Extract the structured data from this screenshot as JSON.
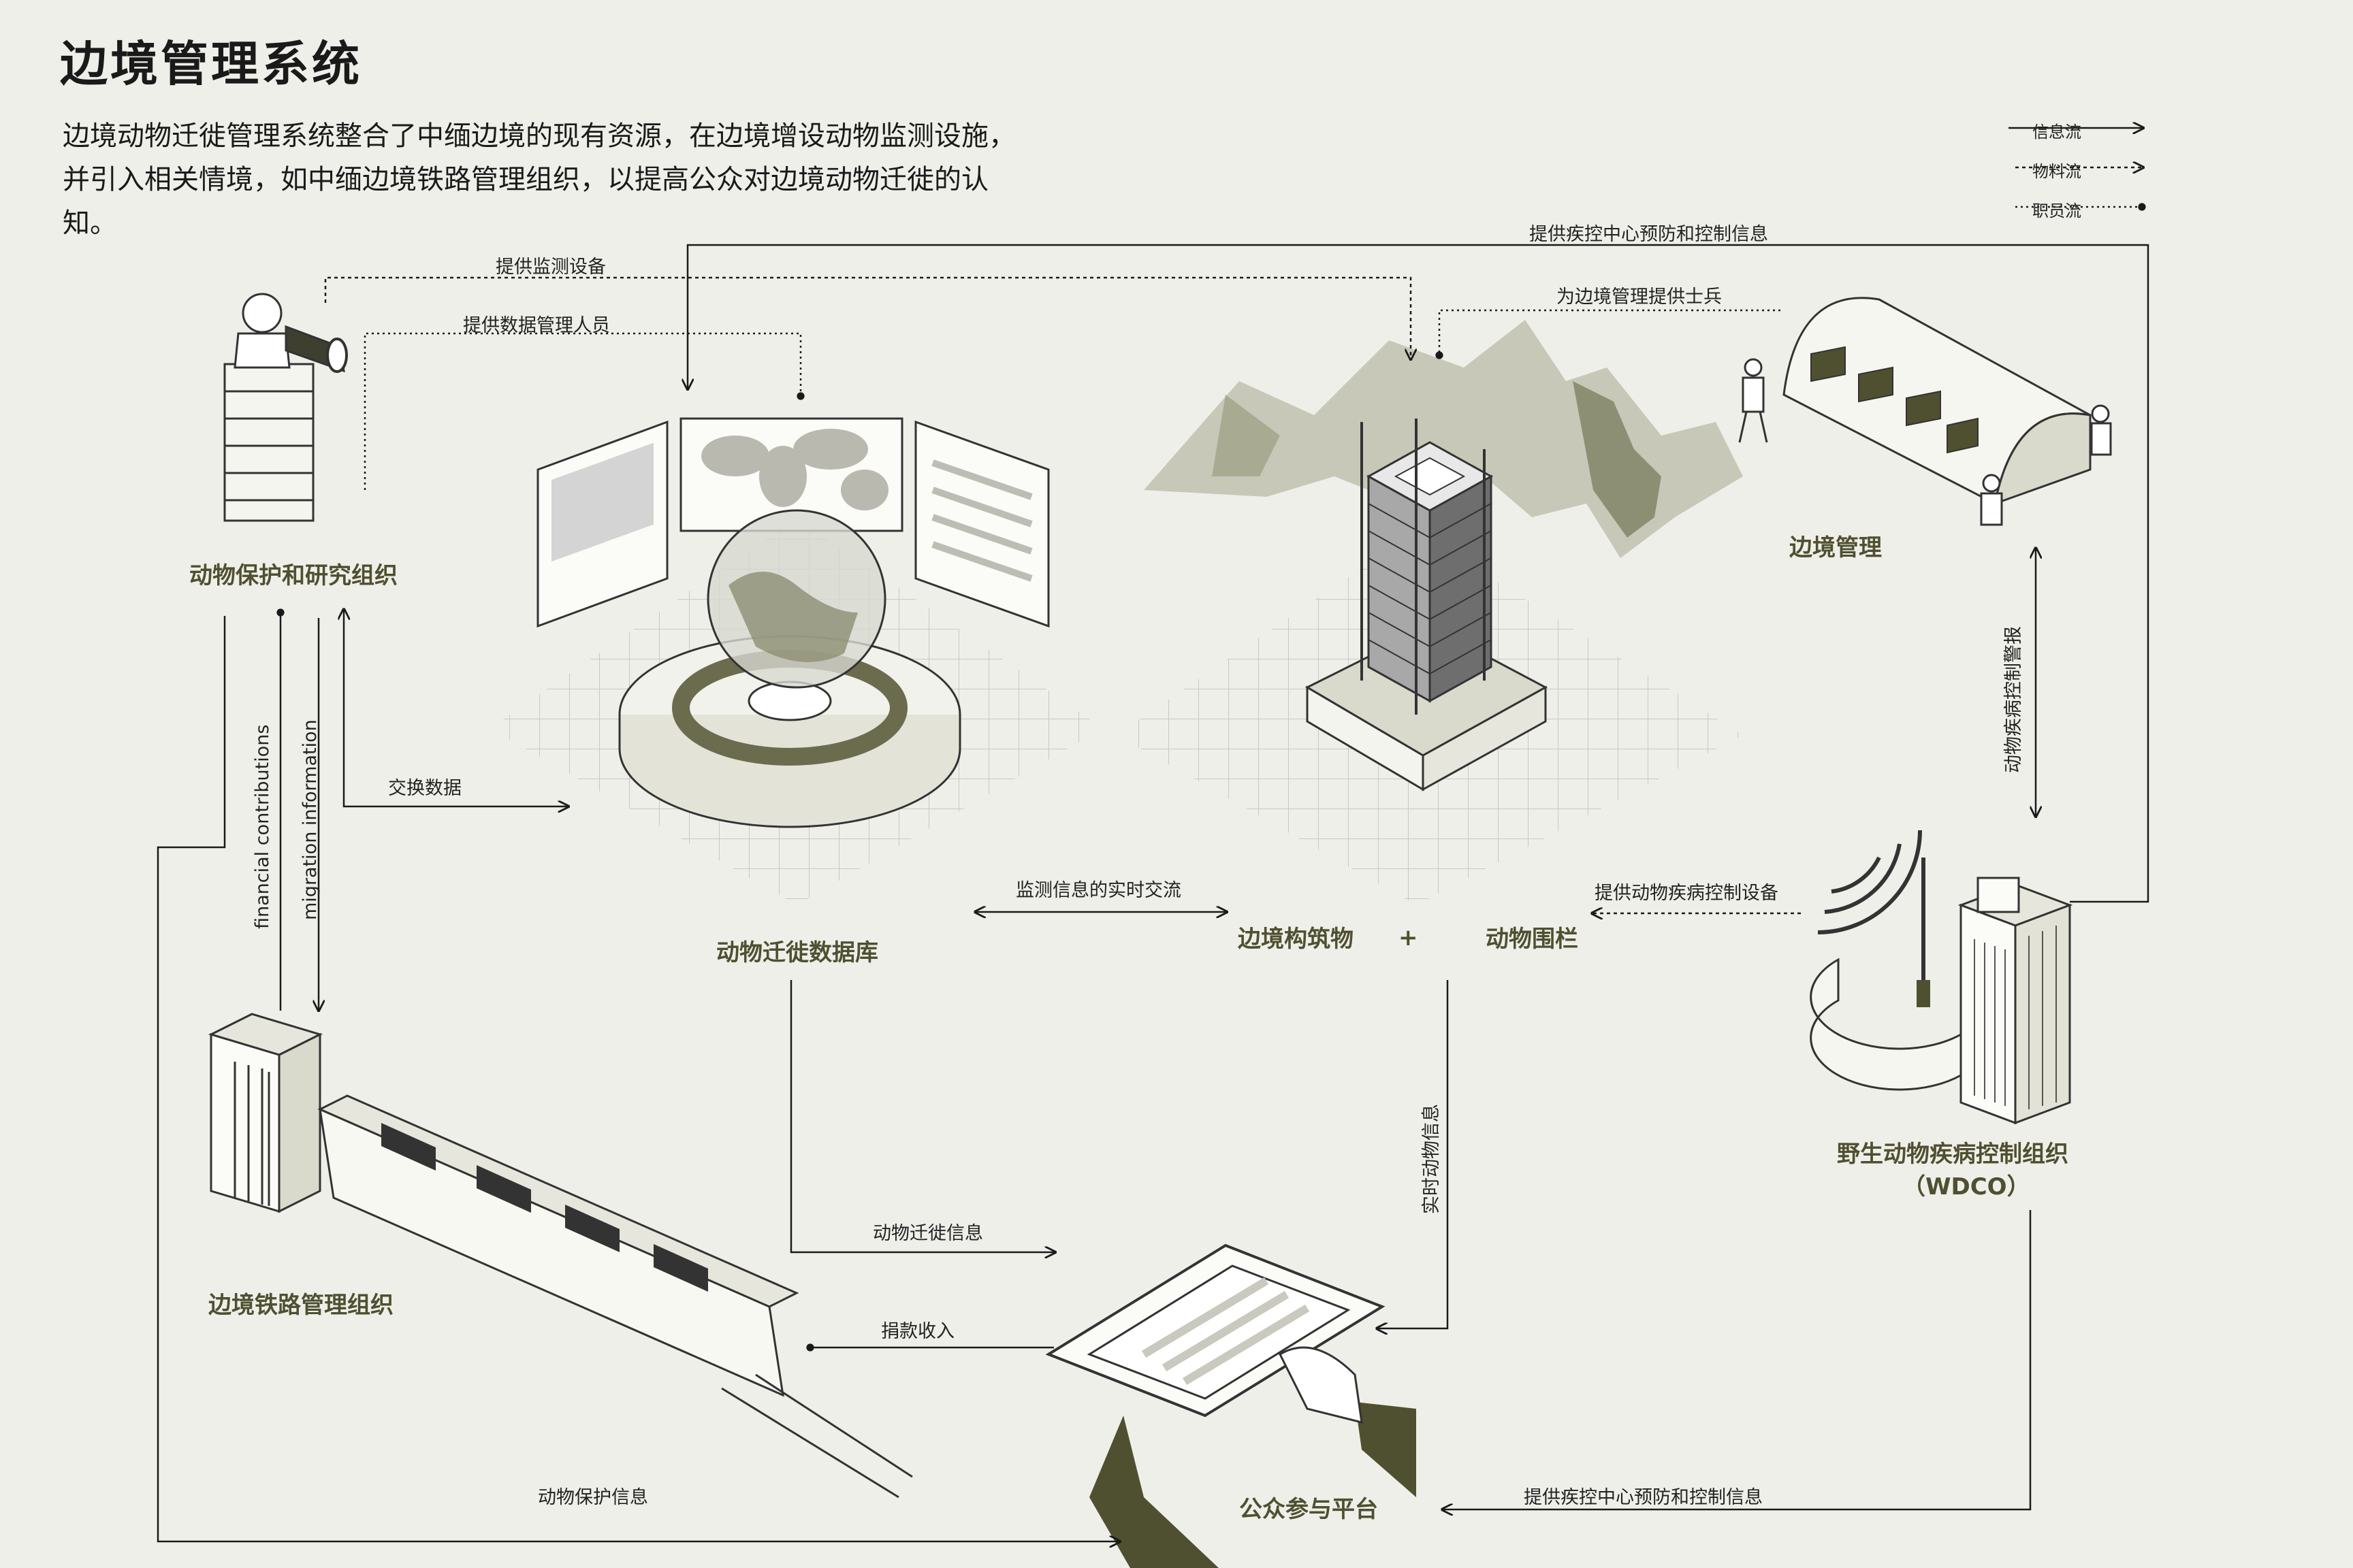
{
  "title": "边境管理系统",
  "intro": "边境动物迁徙管理系统整合了中缅边境的现有资源，在边境增设动物监测设施，并引入相关情境，如中缅边境铁路管理组织，以提高公众对边境动物迁徙的认知。",
  "legend": {
    "info": "信息流",
    "material": "物料流",
    "staff": "职员流"
  },
  "nodes": {
    "protection_org": "动物保护和研究组织",
    "database": "动物迁徙数据库",
    "border_building": "边境构筑物",
    "plus": "+",
    "fence": "动物围栏",
    "border_mgmt": "边境管理",
    "wdco_line1": "野生动物疾病控制组织",
    "wdco_line2": "（WDCO）",
    "railway_org": "边境铁路管理组织",
    "platform": "公众参与平台"
  },
  "flows": {
    "cdc_top": "提供疾控中心预防和控制信息",
    "provide_monitor": "提供监测设备",
    "provide_staff": "提供数据管理人员",
    "provide_soldiers": "为边境管理提供士兵",
    "exchange_data": "交换数据",
    "realtime_monitor": "监测信息的实时交流",
    "disease_equipment": "提供动物疾病控制设备",
    "disease_alert": "动物疾病控制警报",
    "realtime_animal": "实时动物信息",
    "migration_info": "动物迁徙信息",
    "donation": "捐款收入",
    "protection_info": "动物保护信息",
    "cdc_bottom": "提供疾控中心预防和控制信息",
    "financial": "financial contributions",
    "migration_en": "migration information"
  }
}
